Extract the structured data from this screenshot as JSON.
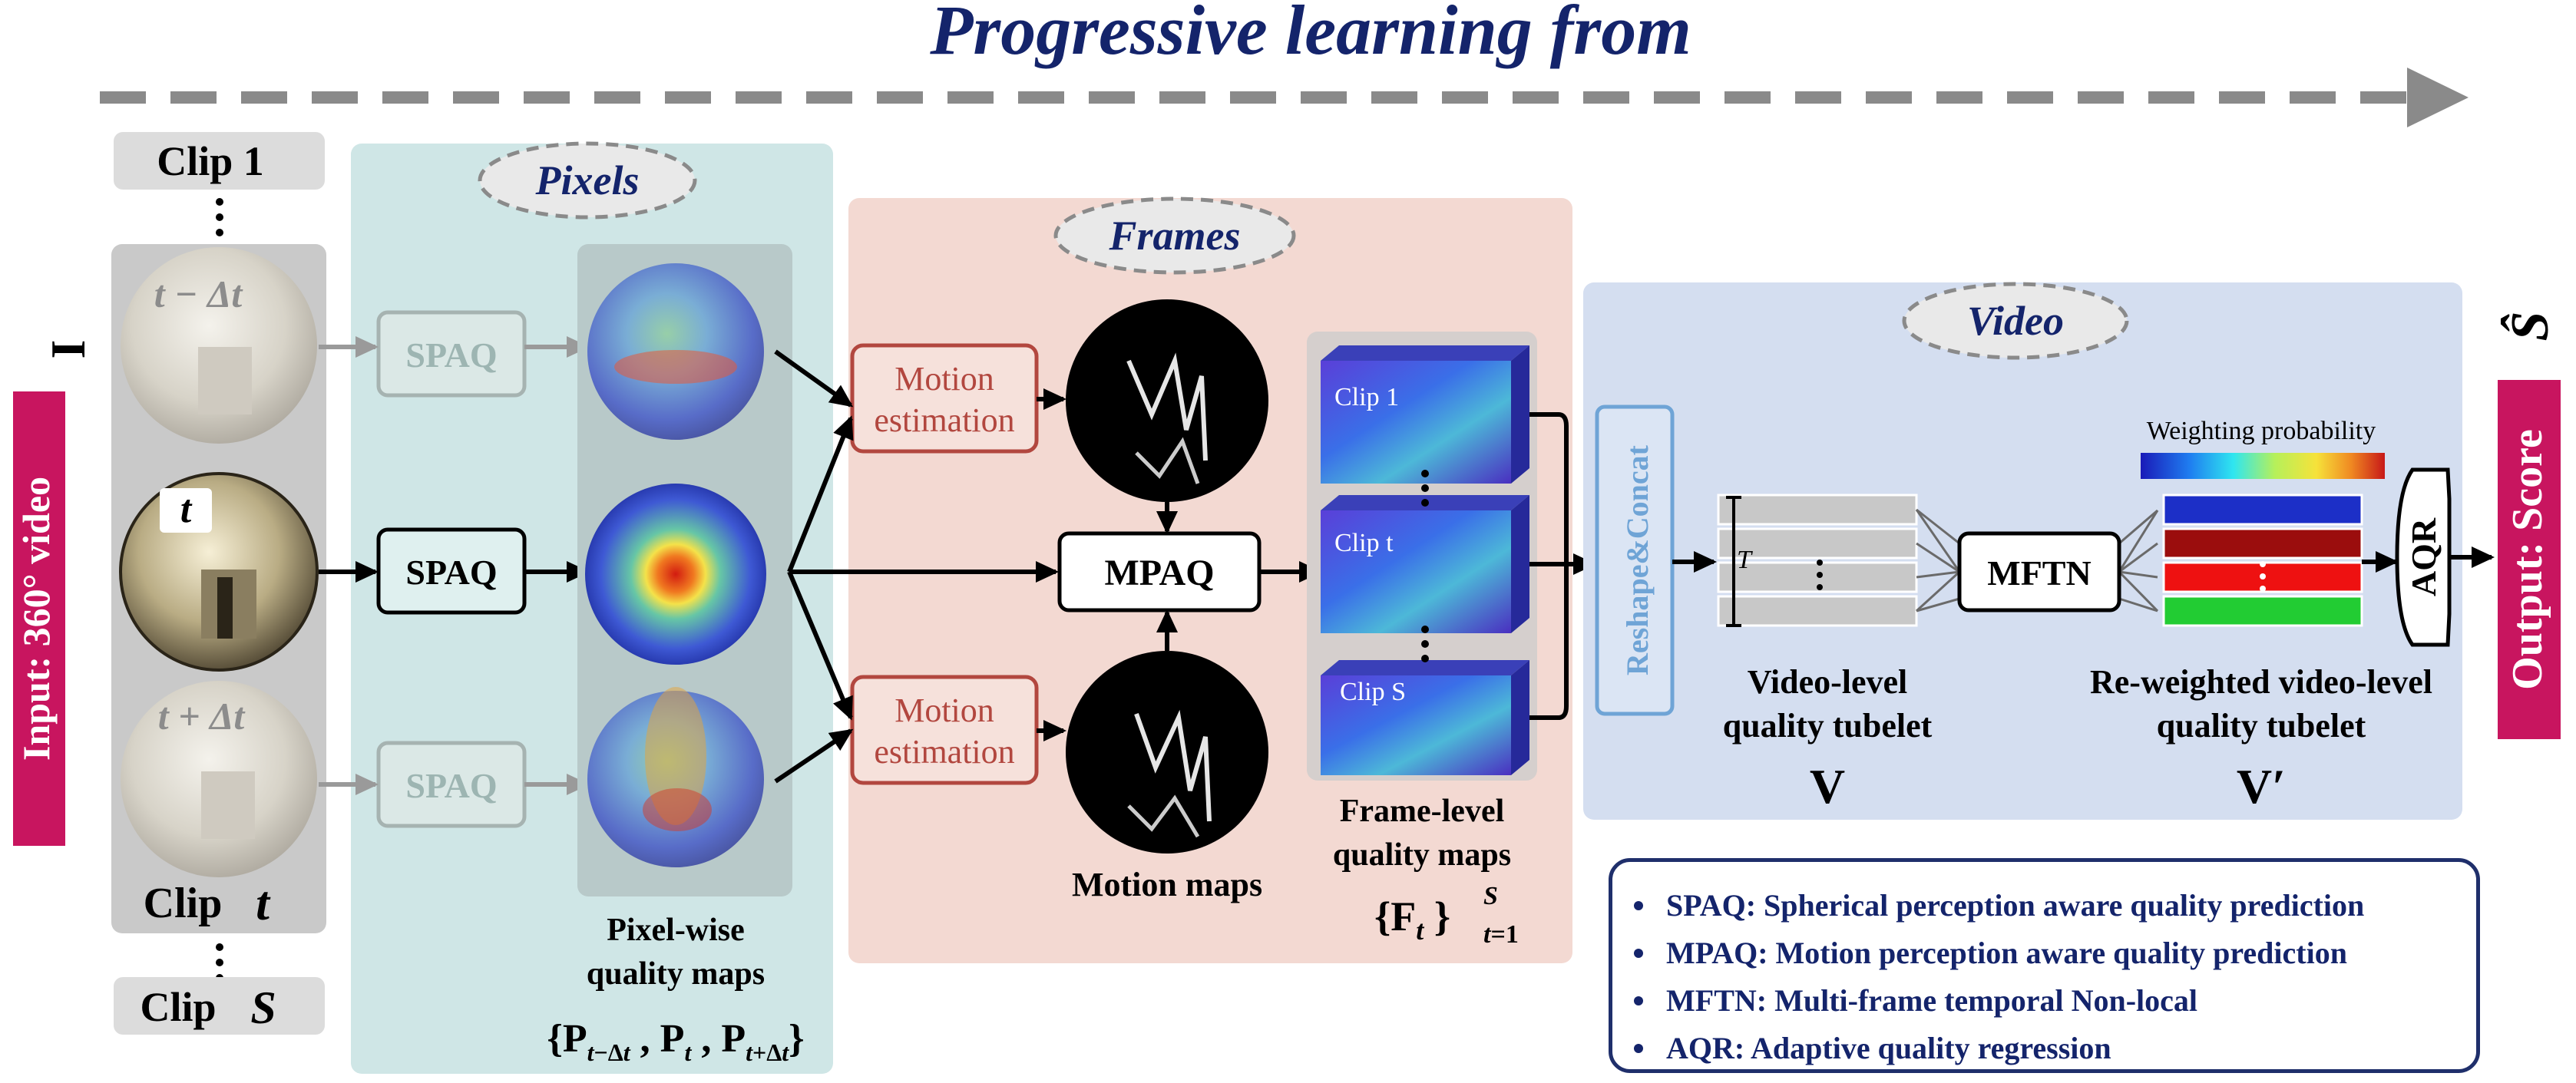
{
  "header": {
    "title": "Progressive learning from"
  },
  "input": {
    "label": "Input: 360° video",
    "symbol": "I"
  },
  "output": {
    "label": "Output:  Score",
    "symbol": "Ŝ"
  },
  "clips": {
    "top": "Clip  1",
    "middle": "Clip",
    "middle_var": "t",
    "bottom": "Clip",
    "bottom_var": "S",
    "sphere_prev": "t − Δt",
    "sphere_cur": "t",
    "sphere_next": "t + Δt"
  },
  "pixels_stage": {
    "title": "Pixels",
    "spaq_faded": "SPAQ",
    "spaq_main": "SPAQ",
    "caption_line1": "Pixel-wise",
    "caption_line2": "quality maps",
    "formula": "{Pt−Δt , Pt , Pt+Δt}"
  },
  "frames_stage": {
    "title": "Frames",
    "motion_est_line1": "Motion",
    "motion_est_line2": "estimation",
    "mpaq": "MPAQ",
    "motion_maps": "Motion maps",
    "caption_line1": "Frame-level",
    "caption_line2": "quality maps",
    "formula": "{Ft }",
    "tile_labels": [
      "Clip 1",
      "Clip t",
      "Clip S"
    ]
  },
  "video_stage": {
    "title": "Video",
    "reshape": "Reshape&Concat",
    "tubelet_T": "T",
    "mftn": "MFTN",
    "aqr": "AQR",
    "weighting": "Weighting probability",
    "vl_caption_line1": "Video-level",
    "vl_caption_line2": "quality tubelet",
    "vl_symbol": "V",
    "rw_caption_line1": "Re-weighted video-level",
    "rw_caption_line2": "quality tubelet",
    "rw_symbol": "V′"
  },
  "legend": [
    "SPAQ: Spherical perception aware quality prediction",
    "MPAQ: Motion perception aware quality prediction",
    "MFTN: Multi-frame temporal Non-local",
    "AQR: Adaptive quality regression"
  ],
  "colors": {
    "title_navy": "#14246b",
    "magenta": "#c8155f",
    "pixels_bg": "#cfe6e6",
    "frames_bg": "#f3d9d2",
    "video_bg": "#d4def0",
    "motion_red": "#b2473f",
    "arrow_gray": "#8a8a8a",
    "bar_blue": "#1c2fc7",
    "bar_darkred": "#9b0d0d",
    "bar_red": "#ee1111",
    "bar_green": "#22cc33"
  }
}
